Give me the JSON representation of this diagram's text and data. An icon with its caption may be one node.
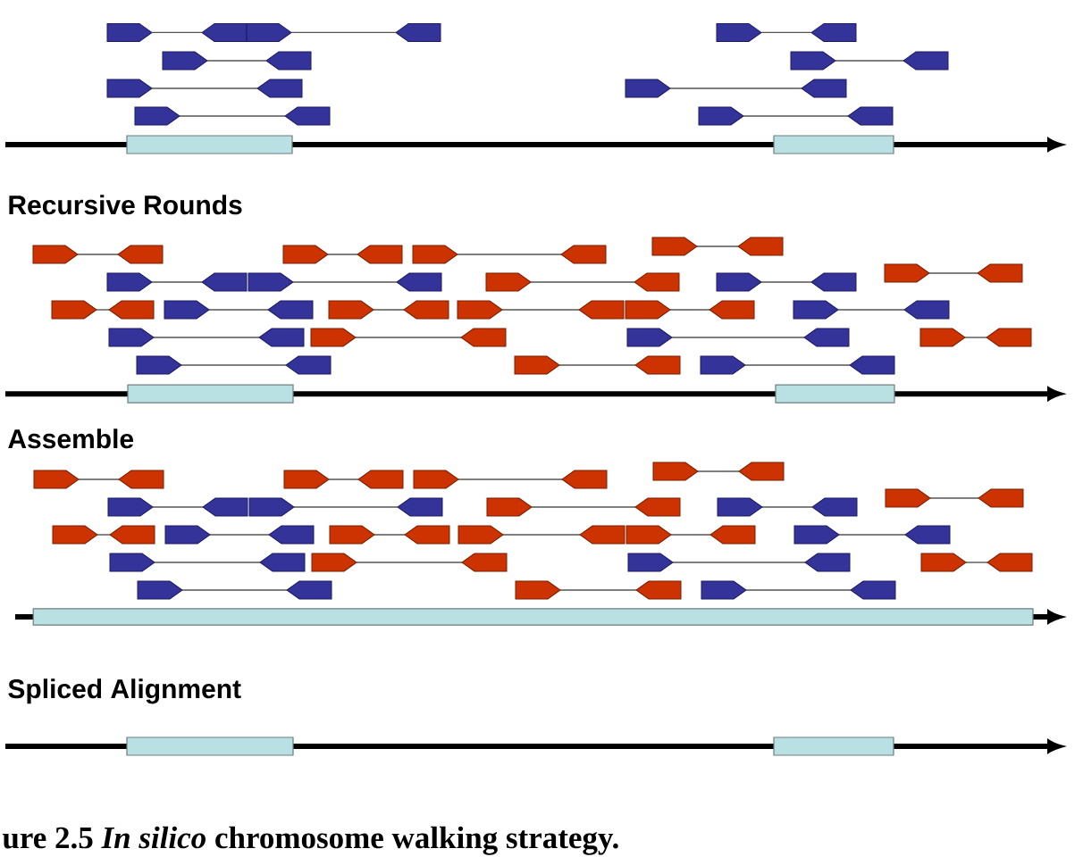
{
  "diagram": {
    "caption": "ure 2.5 *In silico* chromosome walking strategy.",
    "nodes": [
      {
        "text": [],
        "shape": "pentagon"
      },
      {
        "text": [],
        "shape": "pentagon"
      },
      {
        "text": [],
        "shape": "pentagon"
      },
      {
        "text": [],
        "shape": "pentagon"
      },
      {
        "text": [],
        "shape": "pentagon"
      },
      {
        "text": [],
        "shape": "pentagon"
      },
      {
        "text": [],
        "shape": "pentagon"
      },
      {
        "text": [],
        "shape": "pentagon"
      },
      {
        "text": [],
        "shape": "pentagon"
      },
      {
        "text": [],
        "shape": "pentagon"
      },
      {
        "text": [],
        "shape": "pentagon"
      },
      {
        "text": [],
        "shape": "pentagon"
      },
      {
        "text": [],
        "shape": "pentagon"
      },
      {
        "text": [],
        "shape": "pentagon"
      },
      {
        "text": [],
        "shape": "pentagon"
      },
      {
        "text": [],
        "shape": "pentagon"
      },
      {
        "text": [],
        "shape": "pentagon"
      },
      {
        "text": [],
        "shape": "pentagon"
      },
      {
        "text": [],
        "shape": "pentagon"
      },
      {
        "text": [],
        "shape": "pentagon"
      },
      {
        "text": [],
        "shape": "pentagon"
      },
      {
        "text": [],
        "shape": "pentagon"
      },
      {
        "text": [],
        "shape": "pentagon"
      },
      {
        "text": [],
        "shape": "pentagon"
      },
      {
        "text": [],
        "shape": "pentagon"
      },
      {
        "text": [],
        "shape": "pentagon"
      },
      {
        "text": [],
        "shape": "pentagon"
      },
      {
        "text": [],
        "shape": "pentagon"
      },
      {
        "text": [],
        "shape": "pentagon"
      },
      {
        "text": [],
        "shape": "pentagon"
      },
      {
        "text": [],
        "shape": "pentagon"
      },
      {
        "text": [],
        "shape": "pentagon"
      },
      {
        "text": [],
        "shape": "pentagon"
      },
      {
        "text": [],
        "shape": "pentagon"
      },
      {
        "text": [],
        "shape": "pentagon"
      },
      {
        "text": [],
        "shape": "pentagon"
      },
      {
        "text": [],
        "shape": "pentagon"
      },
      {
        "text": [],
        "shape": "pentagon"
      },
      {
        "text": [],
        "shape": "pentagon"
      },
      {
        "text": [],
        "shape": "pentagon"
      },
      {
        "text": [],
        "shape": "pentagon"
      },
      {
        "text": [],
        "shape": "pentagon"
      },
      {
        "text": [],
        "shape": "pentagon"
      },
      {
        "text": [],
        "shape": "pentagon"
      },
      {
        "text": [],
        "shape": "pentagon"
      },
      {
        "text": [],
        "shape": "pentagon"
      },
      {
        "text": [],
        "shape": "pentagon"
      },
      {
        "text": [],
        "shape": "pentagon"
      },
      {
        "text": [],
        "shape": "pentagon"
      },
      {
        "text": [],
        "shape": "pentagon"
      },
      {
        "text": [],
        "shape": "pentagon"
      },
      {
        "text": [],
        "shape": "pentagon"
      },
      {
        "text": [],
        "shape": "pentagon"
      },
      {
        "text": [],
        "shape": "pentagon"
      },
      {
        "text": [],
        "shape": "pentagon"
      },
      {
        "text": [],
        "shape": "pentagon"
      },
      {
        "text": [],
        "shape": "pentagon"
      },
      {
        "text": [],
        "shape": "pentagon"
      },
      {
        "text": [],
        "shape": "pentagon"
      },
      {
        "text": [],
        "shape": "pentagon"
      },
      {
        "text": [],
        "shape": "pentagon"
      },
      {
        "text": [],
        "shape": "pentagon"
      },
      {
        "text": [],
        "shape": "pentagon"
      },
      {
        "text": [],
        "shape": "pentagon"
      },
      {
        "text": [],
        "shape": "pentagon"
      },
      {
        "text": [],
        "shape": "pentagon"
      },
      {
        "text": [],
        "shape": "pentagon"
      },
      {
        "text": [],
        "shape": "pentagon"
      },
      {
        "text": [],
        "shape": "pentagon"
      },
      {
        "text": [],
        "shape": "pentagon"
      },
      {
        "text": [],
        "shape": "pentagon"
      },
      {
        "text": [],
        "shape": "pentagon"
      },
      {
        "text": [],
        "shape": "pentagon"
      },
      {
        "text": [],
        "shape": "pentagon"
      },
      {
        "text": [],
        "shape": "pentagon"
      },
      {
        "text": [],
        "shape": "pentagon"
      },
      {
        "text": [],
        "shape": "pentagon"
      },
      {
        "text": [],
        "shape": "pentagon"
      },
      {
        "text": [],
        "shape": "pentagon"
      },
      {
        "text": [],
        "shape": "pentagon"
      },
      {
        "text": [],
        "shape": "pentagon"
      },
      {
        "text": [],
        "shape": "pentagon"
      },
      {
        "text": [],
        "shape": "pentagon"
      },
      {
        "text": [],
        "shape": "pentagon"
      },
      {
        "text": [],
        "shape": "pentagon"
      },
      {
        "text": [],
        "shape": "pentagon"
      },
      {
        "text": [],
        "shape": "pentagon"
      },
      {
        "text": [],
        "shape": "pentagon"
      },
      {
        "text": [],
        "shape": "pentagon"
      },
      {
        "text": [],
        "shape": "pentagon"
      },
      {
        "text": [],
        "shape": "pentagon"
      },
      {
        "text": [],
        "shape": "pentagon"
      },
      {
        "text": [],
        "shape": "pentagon"
      },
      {
        "text": [],
        "shape": "pentagon"
      },
      {
        "text": [],
        "shape": "pentagon"
      },
      {
        "text": [],
        "shape": "pentagon"
      },
      {
        "text": [],
        "shape": "pentagon"
      },
      {
        "text": [],
        "shape": "pentagon"
      },
      {
        "text": [],
        "shape": "pentagon"
      },
      {
        "text": [],
        "shape": "pentagon"
      },
      {
        "text": [],
        "shape": "pentagon"
      },
      {
        "text": [],
        "shape": "pentagon"
      },
      {
        "text": [],
        "shape": "pentagon"
      },
      {
        "text": [],
        "shape": "pentagon"
      },
      {
        "text": [],
        "shape": "pentagon"
      },
      {
        "text": [],
        "shape": "pentagon"
      }
    ],
    "edges": [
      {
        "from": 0,
        "to": 1,
        "arrow": "none"
      },
      {
        "from": 2,
        "to": 3,
        "arrow": "none"
      },
      {
        "from": 4,
        "to": 5,
        "arrow": "none"
      },
      {
        "from": 6,
        "to": 7,
        "arrow": "none"
      },
      {
        "from": 8,
        "to": 9,
        "arrow": "none"
      },
      {
        "from": 10,
        "to": 11,
        "arrow": "none"
      },
      {
        "from": 12,
        "to": 13,
        "arrow": "none"
      },
      {
        "from": 14,
        "to": 15,
        "arrow": "none"
      },
      {
        "from": 16,
        "to": 17,
        "arrow": "none"
      },
      {
        "from": 18,
        "to": 19,
        "arrow": "none"
      },
      {
        "from": 20,
        "to": 21,
        "arrow": "none"
      },
      {
        "from": 22,
        "to": 23,
        "arrow": "none"
      },
      {
        "from": 24,
        "to": 25,
        "arrow": "none"
      },
      {
        "from": 26,
        "to": 27,
        "arrow": "none"
      },
      {
        "from": 28,
        "to": 29,
        "arrow": "none"
      },
      {
        "from": 30,
        "to": 31,
        "arrow": "none"
      },
      {
        "from": 32,
        "to": 33,
        "arrow": "none"
      },
      {
        "from": 34,
        "to": 35,
        "arrow": "none"
      },
      {
        "from": 36,
        "to": 37,
        "arrow": "none"
      },
      {
        "from": 38,
        "to": 39,
        "arrow": "none"
      },
      {
        "from": 40,
        "to": 41,
        "arrow": "none"
      },
      {
        "from": 42,
        "to": 43,
        "arrow": "none"
      },
      {
        "from": 44,
        "to": 45,
        "arrow": "none"
      },
      {
        "from": 46,
        "to": 47,
        "arrow": "none"
      },
      {
        "from": 48,
        "to": 49,
        "arrow": "none"
      },
      {
        "from": 50,
        "to": 51,
        "arrow": "none"
      },
      {
        "from": 52,
        "to": 53,
        "arrow": "none"
      },
      {
        "from": 54,
        "to": 55,
        "arrow": "none"
      },
      {
        "from": 56,
        "to": 57,
        "arrow": "none"
      },
      {
        "from": 58,
        "to": 59,
        "arrow": "none"
      },
      {
        "from": 60,
        "to": 61,
        "arrow": "none"
      },
      {
        "from": 62,
        "to": 63,
        "arrow": "none"
      },
      {
        "from": 64,
        "to": 65,
        "arrow": "none"
      },
      {
        "from": 66,
        "to": 67,
        "arrow": "none"
      },
      {
        "from": 68,
        "to": 69,
        "arrow": "none"
      },
      {
        "from": 70,
        "to": 71,
        "arrow": "none"
      },
      {
        "from": 72,
        "to": 73,
        "arrow": "none"
      },
      {
        "from": 74,
        "to": 75,
        "arrow": "none"
      },
      {
        "from": 76,
        "to": 77,
        "arrow": "none"
      },
      {
        "from": 78,
        "to": 79,
        "arrow": "none"
      },
      {
        "from": 80,
        "to": 81,
        "arrow": "none"
      },
      {
        "from": 82,
        "to": 83,
        "arrow": "none"
      },
      {
        "from": 84,
        "to": 85,
        "arrow": "none"
      },
      {
        "from": 86,
        "to": 87,
        "arrow": "none"
      },
      {
        "from": 88,
        "to": 89,
        "arrow": "none"
      },
      {
        "from": 90,
        "to": 91,
        "arrow": "none"
      },
      {
        "from": 92,
        "to": 93,
        "arrow": "none"
      },
      {
        "from": 94,
        "to": 95,
        "arrow": "none"
      },
      {
        "from": 96,
        "to": 97,
        "arrow": "none"
      },
      {
        "from": 98,
        "to": 99,
        "arrow": "none"
      },
      {
        "from": 100,
        "to": 101,
        "arrow": "none"
      },
      {
        "from": 102,
        "to": 103,
        "arrow": "none"
      },
      {
        "from": 104,
        "to": 105,
        "arrow": "none"
      }
    ],
    "labels": [
      "Recursive Rounds",
      "Assemble",
      "Spliced Alignment"
    ]
  }
}
